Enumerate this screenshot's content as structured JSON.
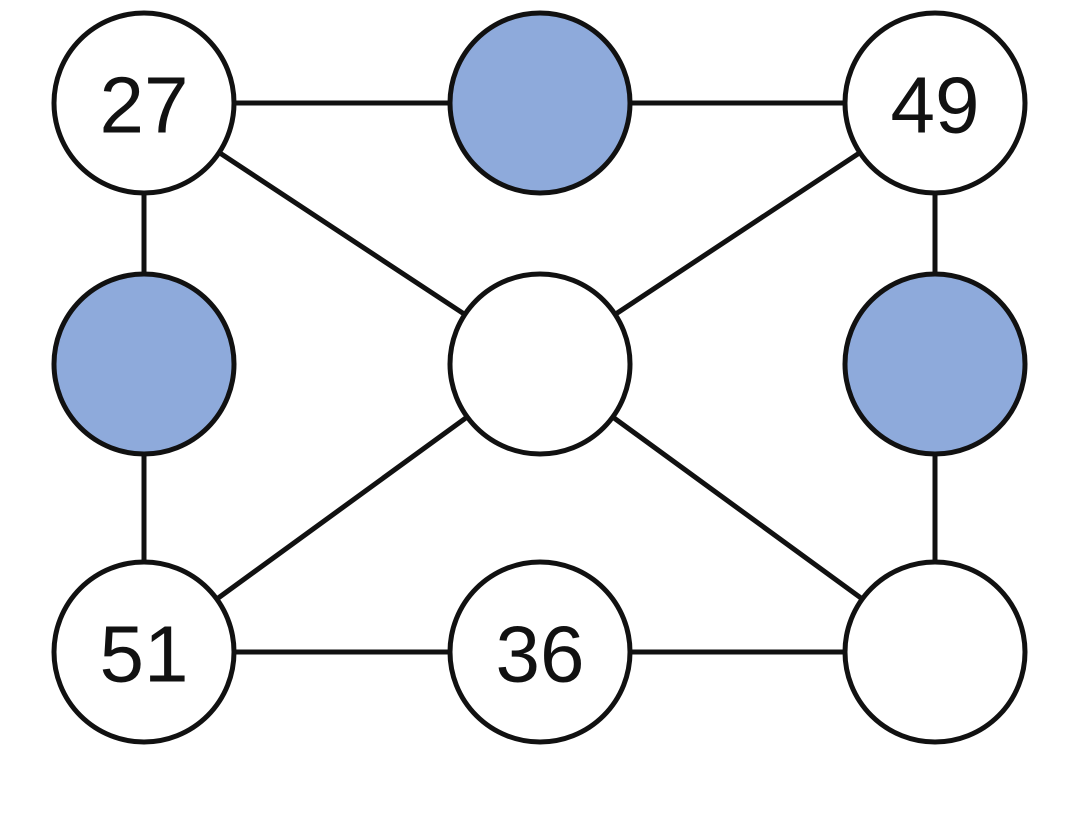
{
  "colors": {
    "background": "#ffffff",
    "line": "#111111",
    "empty_fill": "#ffffff",
    "highlight_fill": "#8eaadb"
  },
  "nodes": [
    {
      "id": "top-left",
      "label": "27",
      "highlighted": false
    },
    {
      "id": "top-middle",
      "label": "",
      "highlighted": true
    },
    {
      "id": "top-right",
      "label": "49",
      "highlighted": false
    },
    {
      "id": "middle-left",
      "label": "",
      "highlighted": true
    },
    {
      "id": "center",
      "label": "",
      "highlighted": false
    },
    {
      "id": "middle-right",
      "label": "",
      "highlighted": true
    },
    {
      "id": "bottom-left",
      "label": "51",
      "highlighted": false
    },
    {
      "id": "bottom-middle",
      "label": "36",
      "highlighted": false
    },
    {
      "id": "bottom-right",
      "label": "",
      "highlighted": false
    }
  ],
  "edges": [
    [
      "top-left",
      "top-middle"
    ],
    [
      "top-middle",
      "top-right"
    ],
    [
      "top-left",
      "middle-left"
    ],
    [
      "middle-left",
      "bottom-left"
    ],
    [
      "top-right",
      "middle-right"
    ],
    [
      "middle-right",
      "bottom-right"
    ],
    [
      "bottom-left",
      "bottom-middle"
    ],
    [
      "bottom-middle",
      "bottom-right"
    ],
    [
      "top-left",
      "center"
    ],
    [
      "top-right",
      "center"
    ],
    [
      "bottom-left",
      "center"
    ],
    [
      "bottom-right",
      "center"
    ]
  ]
}
